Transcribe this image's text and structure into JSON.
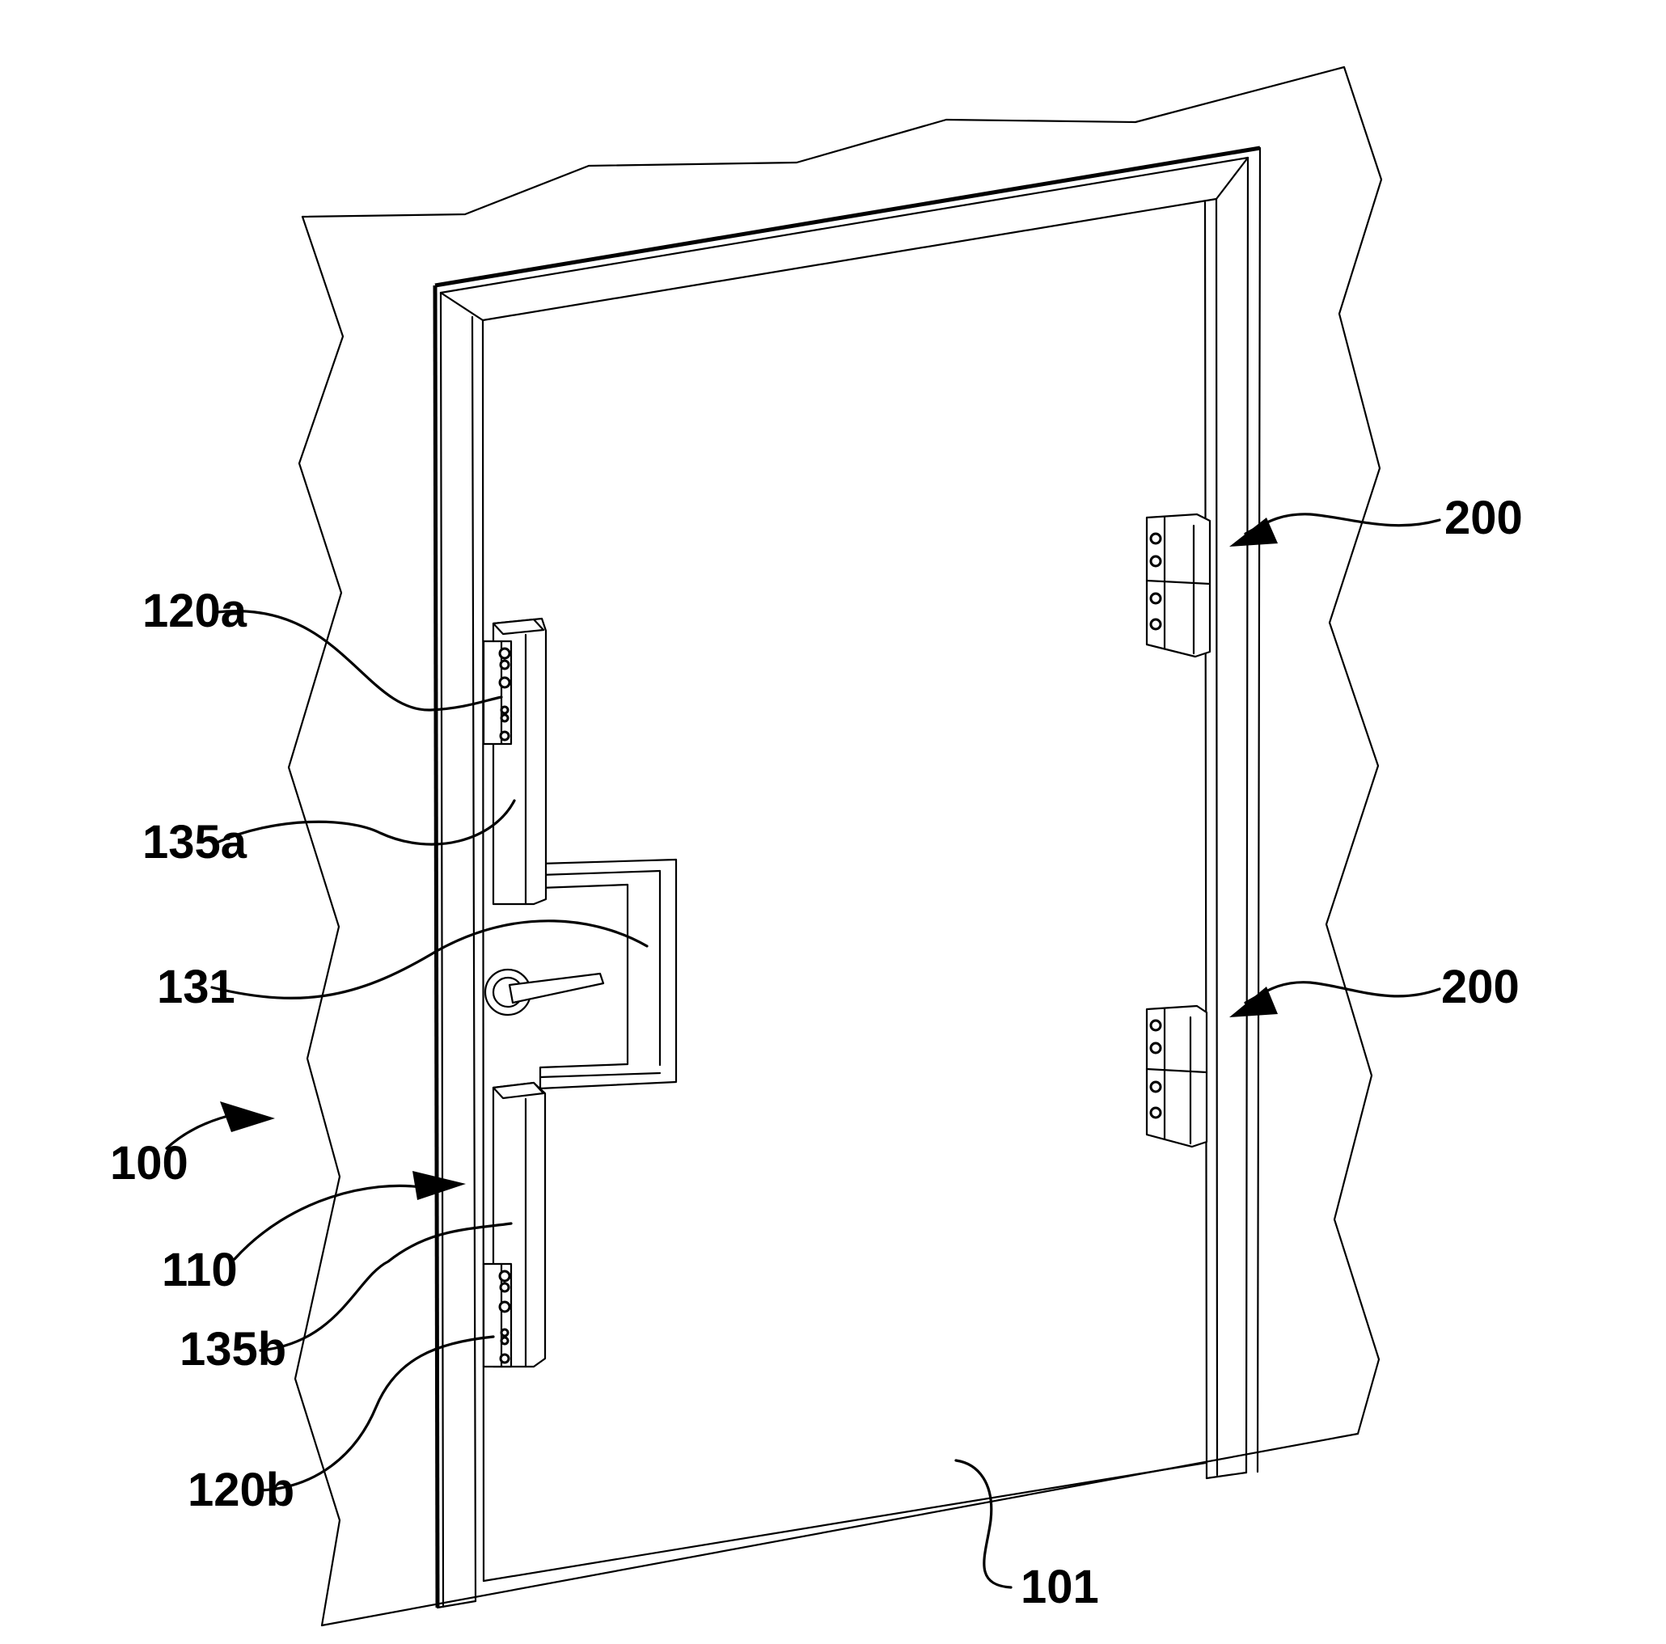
{
  "figure": {
    "labels": [
      {
        "id": "ref-100",
        "text": "100"
      },
      {
        "id": "ref-101",
        "text": "101"
      },
      {
        "id": "ref-110",
        "text": "110"
      },
      {
        "id": "ref-120a",
        "text": "120a"
      },
      {
        "id": "ref-120b",
        "text": "120b"
      },
      {
        "id": "ref-131",
        "text": "131"
      },
      {
        "id": "ref-135a",
        "text": "135a"
      },
      {
        "id": "ref-135b",
        "text": "135b"
      },
      {
        "id": "ref-200-upper",
        "text": "200"
      },
      {
        "id": "ref-200-lower",
        "text": "200"
      }
    ]
  }
}
